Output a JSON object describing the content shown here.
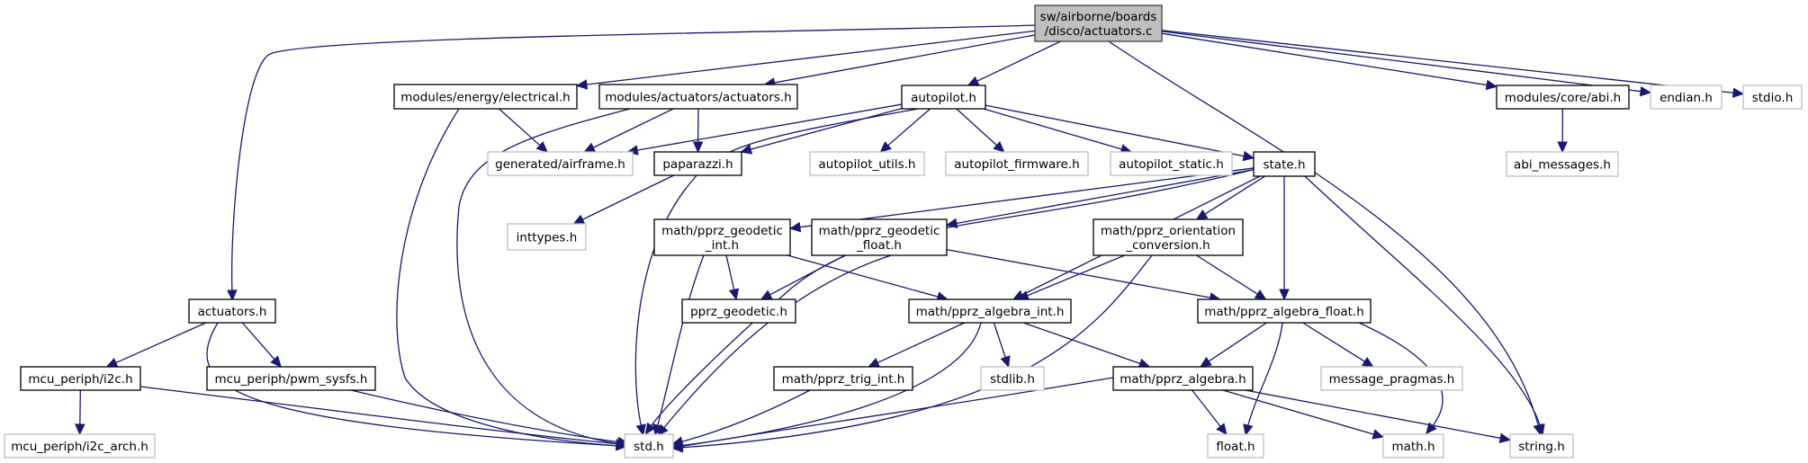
{
  "title": "Include dependency graph for sw/airborne/boards/disco/actuators.c",
  "colors": {
    "edge": "#191970",
    "root_fill": "#bfbfbf",
    "root_border": "#404040",
    "documented_border": "#000000",
    "undocumented_border": "#bfbfbf",
    "node_fill": "#ffffff"
  },
  "nodes": [
    {
      "id": "root",
      "lines": [
        "sw/airborne/boards",
        "/disco/actuators.c"
      ],
      "kind": "root"
    },
    {
      "id": "actuators_h",
      "lines": [
        "actuators.h"
      ],
      "kind": "documented"
    },
    {
      "id": "electrical",
      "lines": [
        "modules/energy/electrical.h"
      ],
      "kind": "documented"
    },
    {
      "id": "mod_actuators",
      "lines": [
        "modules/actuators/actuators.h"
      ],
      "kind": "documented"
    },
    {
      "id": "autopilot",
      "lines": [
        "autopilot.h"
      ],
      "kind": "documented"
    },
    {
      "id": "abi",
      "lines": [
        "modules/core/abi.h"
      ],
      "kind": "documented"
    },
    {
      "id": "endian",
      "lines": [
        "endian.h"
      ],
      "kind": "undocumented"
    },
    {
      "id": "stdio",
      "lines": [
        "stdio.h"
      ],
      "kind": "undocumented"
    },
    {
      "id": "airframe",
      "lines": [
        "generated/airframe.h"
      ],
      "kind": "undocumented"
    },
    {
      "id": "paparazzi",
      "lines": [
        "paparazzi.h"
      ],
      "kind": "documented"
    },
    {
      "id": "ap_utils",
      "lines": [
        "autopilot_utils.h"
      ],
      "kind": "undocumented"
    },
    {
      "id": "ap_firmware",
      "lines": [
        "autopilot_firmware.h"
      ],
      "kind": "undocumented"
    },
    {
      "id": "ap_static",
      "lines": [
        "autopilot_static.h"
      ],
      "kind": "undocumented"
    },
    {
      "id": "state",
      "lines": [
        "state.h"
      ],
      "kind": "documented"
    },
    {
      "id": "abi_messages",
      "lines": [
        "abi_messages.h"
      ],
      "kind": "undocumented"
    },
    {
      "id": "inttypes",
      "lines": [
        "inttypes.h"
      ],
      "kind": "undocumented"
    },
    {
      "id": "geo_int",
      "lines": [
        "math/pprz_geodetic",
        "_int.h"
      ],
      "kind": "documented"
    },
    {
      "id": "geo_float",
      "lines": [
        "math/pprz_geodetic",
        "_float.h"
      ],
      "kind": "documented"
    },
    {
      "id": "orient",
      "lines": [
        "math/pprz_orientation",
        "_conversion.h"
      ],
      "kind": "documented"
    },
    {
      "id": "pprz_geodetic",
      "lines": [
        "pprz_geodetic.h"
      ],
      "kind": "documented"
    },
    {
      "id": "alg_int",
      "lines": [
        "math/pprz_algebra_int.h"
      ],
      "kind": "documented"
    },
    {
      "id": "alg_float",
      "lines": [
        "math/pprz_algebra_float.h"
      ],
      "kind": "documented"
    },
    {
      "id": "i2c",
      "lines": [
        "mcu_periph/i2c.h"
      ],
      "kind": "documented"
    },
    {
      "id": "pwm",
      "lines": [
        "mcu_periph/pwm_sysfs.h"
      ],
      "kind": "documented"
    },
    {
      "id": "trig",
      "lines": [
        "math/pprz_trig_int.h"
      ],
      "kind": "documented"
    },
    {
      "id": "stdlib",
      "lines": [
        "stdlib.h"
      ],
      "kind": "undocumented"
    },
    {
      "id": "algebra",
      "lines": [
        "math/pprz_algebra.h"
      ],
      "kind": "documented"
    },
    {
      "id": "msg_pragmas",
      "lines": [
        "message_pragmas.h"
      ],
      "kind": "undocumented"
    },
    {
      "id": "i2c_arch",
      "lines": [
        "mcu_periph/i2c_arch.h"
      ],
      "kind": "undocumented"
    },
    {
      "id": "std",
      "lines": [
        "std.h"
      ],
      "kind": "undocumented"
    },
    {
      "id": "float",
      "lines": [
        "float.h"
      ],
      "kind": "undocumented"
    },
    {
      "id": "math",
      "lines": [
        "math.h"
      ],
      "kind": "undocumented"
    },
    {
      "id": "string",
      "lines": [
        "string.h"
      ],
      "kind": "undocumented"
    }
  ],
  "edges": [
    {
      "from": "root",
      "to": "actuators_h"
    },
    {
      "from": "root",
      "to": "electrical"
    },
    {
      "from": "root",
      "to": "mod_actuators"
    },
    {
      "from": "root",
      "to": "autopilot"
    },
    {
      "from": "root",
      "to": "string"
    },
    {
      "from": "root",
      "to": "abi"
    },
    {
      "from": "root",
      "to": "endian"
    },
    {
      "from": "root",
      "to": "stdio"
    },
    {
      "from": "actuators_h",
      "to": "i2c"
    },
    {
      "from": "actuators_h",
      "to": "std"
    },
    {
      "from": "actuators_h",
      "to": "pwm"
    },
    {
      "from": "i2c",
      "to": "i2c_arch"
    },
    {
      "from": "i2c",
      "to": "std"
    },
    {
      "from": "pwm",
      "to": "std"
    },
    {
      "from": "electrical",
      "to": "std"
    },
    {
      "from": "electrical",
      "to": "airframe"
    },
    {
      "from": "mod_actuators",
      "to": "std"
    },
    {
      "from": "mod_actuators",
      "to": "airframe"
    },
    {
      "from": "mod_actuators",
      "to": "paparazzi"
    },
    {
      "from": "paparazzi",
      "to": "inttypes"
    },
    {
      "from": "autopilot",
      "to": "std"
    },
    {
      "from": "autopilot",
      "to": "airframe"
    },
    {
      "from": "autopilot",
      "to": "paparazzi"
    },
    {
      "from": "autopilot",
      "to": "ap_utils"
    },
    {
      "from": "autopilot",
      "to": "ap_firmware"
    },
    {
      "from": "autopilot",
      "to": "ap_static"
    },
    {
      "from": "autopilot",
      "to": "state"
    },
    {
      "from": "state",
      "to": "std"
    },
    {
      "from": "state",
      "to": "geo_int"
    },
    {
      "from": "state",
      "to": "geo_float"
    },
    {
      "from": "state",
      "to": "alg_int"
    },
    {
      "from": "state",
      "to": "orient"
    },
    {
      "from": "state",
      "to": "alg_float"
    },
    {
      "from": "state",
      "to": "string"
    },
    {
      "from": "geo_int",
      "to": "pprz_geodetic"
    },
    {
      "from": "geo_int",
      "to": "std"
    },
    {
      "from": "geo_int",
      "to": "alg_int"
    },
    {
      "from": "geo_float",
      "to": "pprz_geodetic"
    },
    {
      "from": "geo_float",
      "to": "std"
    },
    {
      "from": "geo_float",
      "to": "alg_float"
    },
    {
      "from": "orient",
      "to": "alg_int"
    },
    {
      "from": "orient",
      "to": "alg_float"
    },
    {
      "from": "orient",
      "to": "std"
    },
    {
      "from": "alg_int",
      "to": "trig"
    },
    {
      "from": "alg_int",
      "to": "std"
    },
    {
      "from": "alg_int",
      "to": "stdlib"
    },
    {
      "from": "alg_int",
      "to": "algebra"
    },
    {
      "from": "trig",
      "to": "std"
    },
    {
      "from": "alg_float",
      "to": "algebra"
    },
    {
      "from": "alg_float",
      "to": "float"
    },
    {
      "from": "alg_float",
      "to": "msg_pragmas"
    },
    {
      "from": "alg_float",
      "to": "math"
    },
    {
      "from": "algebra",
      "to": "std"
    },
    {
      "from": "algebra",
      "to": "float"
    },
    {
      "from": "algebra",
      "to": "math"
    },
    {
      "from": "algebra",
      "to": "string"
    },
    {
      "from": "abi",
      "to": "abi_messages"
    }
  ]
}
